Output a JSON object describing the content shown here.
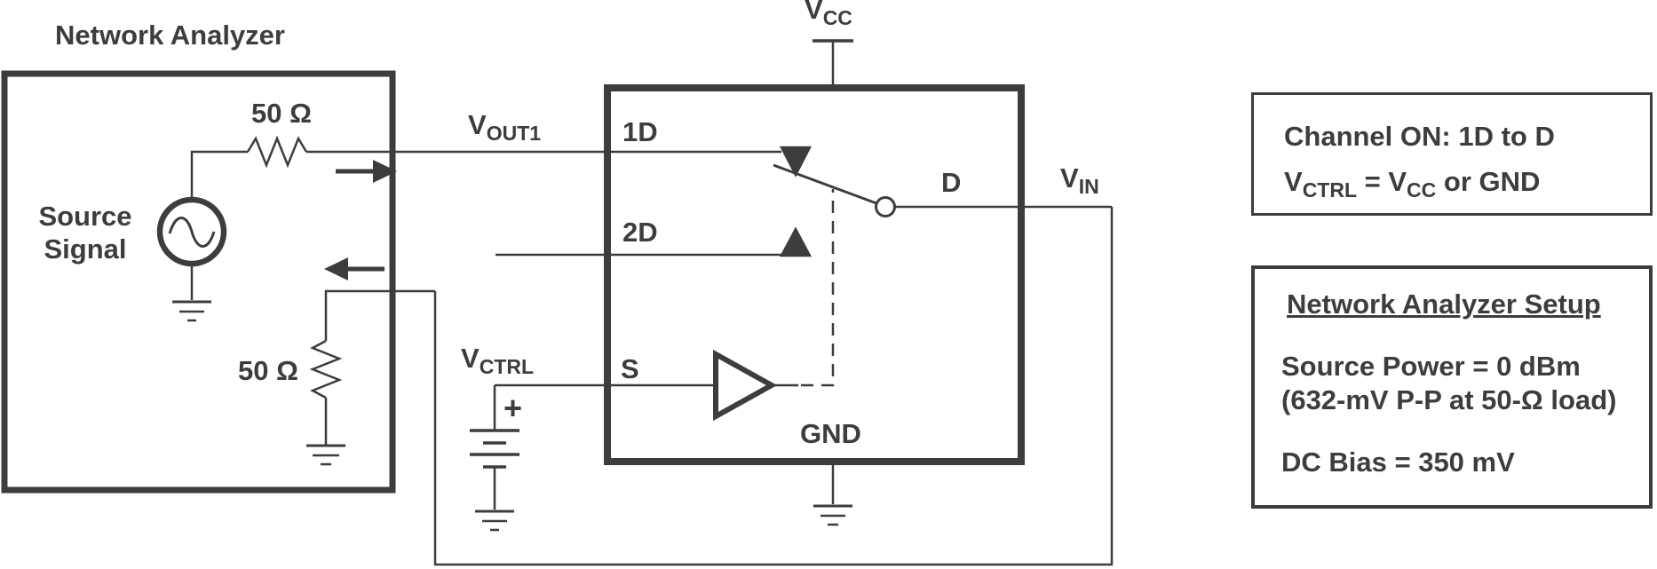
{
  "colors": {
    "ink": "#3d3d3d",
    "background": "#ffffff"
  },
  "network_analyzer": {
    "title": "Network Analyzer",
    "source_line1": "Source",
    "source_line2": "Signal",
    "series_resistor_value": "50 Ω",
    "shunt_resistor_value": "50 Ω"
  },
  "device": {
    "pin_1d": "1D",
    "pin_2d": "2D",
    "pin_d": "D",
    "pin_s": "S",
    "pin_gnd": "GND"
  },
  "signals": {
    "vout1_main": "V",
    "vout1_sub": "OUT1",
    "vcc_main": "V",
    "vcc_sub": "CC",
    "vctrl_main": "V",
    "vctrl_sub": "CTRL",
    "vin_main": "V",
    "vin_sub": "IN",
    "battery_plus": "+"
  },
  "notes": {
    "channel": {
      "line1": "Channel ON: 1D to D",
      "line2_p1": "V",
      "line2_s1": "CTRL",
      "line2_p2": " = V",
      "line2_s2": "CC",
      "line2_p3": " or GND"
    },
    "setup": {
      "title": "Network Analyzer Setup",
      "line1": "Source Power = 0 dBm",
      "line2": "(632-mV P-P at 50-Ω load)",
      "line3": "DC Bias = 350 mV"
    }
  }
}
